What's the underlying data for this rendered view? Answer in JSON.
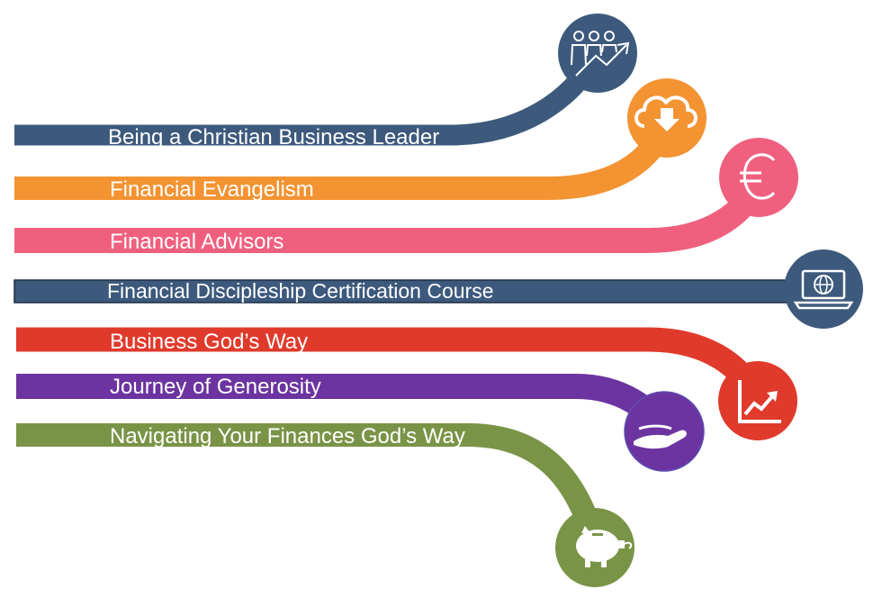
{
  "items": [
    {
      "label": "Being a Christian Business Leader",
      "color": "#3d5a7c",
      "icon": "people-growth-icon"
    },
    {
      "label": "Financial Evangelism",
      "color": "#f39332",
      "icon": "cloud-download-icon"
    },
    {
      "label": "Financial Advisors",
      "color": "#f0607e",
      "icon": "euro-icon"
    },
    {
      "label": "Financial Discipleship Certification Course",
      "color": "#3d5a7c",
      "icon": "laptop-globe-icon"
    },
    {
      "label": "Business God’s Way",
      "color": "#e03a2c",
      "icon": "line-chart-icon"
    },
    {
      "label": "Journey of Generosity",
      "color": "#6c34a0",
      "icon": "giving-hand-icon"
    },
    {
      "label": "Navigating Your Finances God’s Way",
      "color": "#7a9447",
      "icon": "piggy-bank-icon"
    }
  ]
}
